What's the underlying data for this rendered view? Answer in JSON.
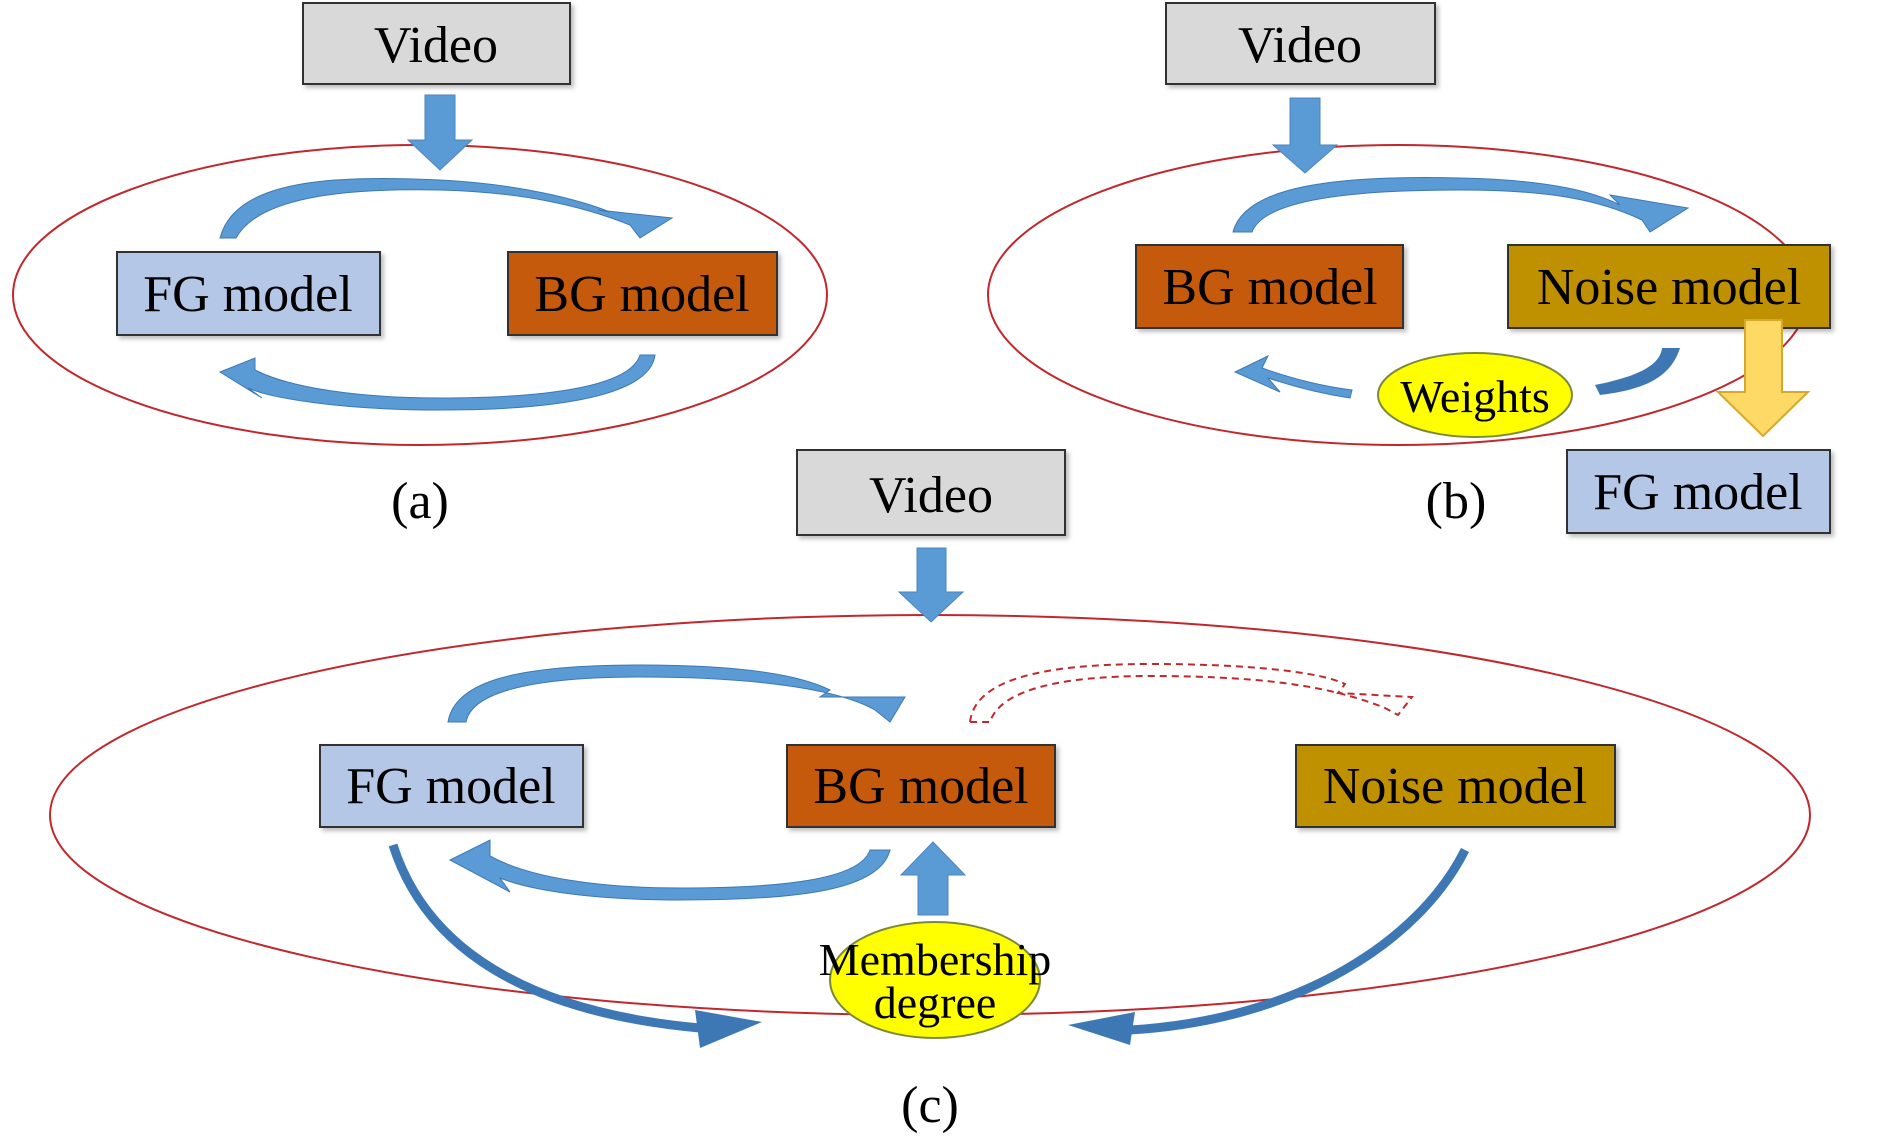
{
  "colors": {
    "video_fill": "#d9d9d9",
    "fg_fill": "#b4c7e7",
    "bg_fill": "#c55a11",
    "noise_fill": "#bf9000",
    "ellipse_stroke": "#c0282d",
    "arrow_blue": "#5b9bd5",
    "arrow_blue_dark": "#3d78b4",
    "arrow_yellow": "#ffd966",
    "badge_yellow": "#ffff00"
  },
  "panel_a": {
    "video_label": "Video",
    "fg_label": "FG model",
    "bg_label": "BG model",
    "caption": "(a)"
  },
  "panel_b": {
    "video_label": "Video",
    "bg_label": "BG model",
    "noise_label": "Noise model",
    "weights_label": "Weights",
    "fg_label": "FG model",
    "caption": "(b)"
  },
  "panel_c": {
    "video_label": "Video",
    "fg_label": "FG model",
    "bg_label": "BG model",
    "noise_label": "Noise model",
    "membership_line1": "Membership",
    "membership_line2": "degree",
    "caption": "(c)"
  }
}
